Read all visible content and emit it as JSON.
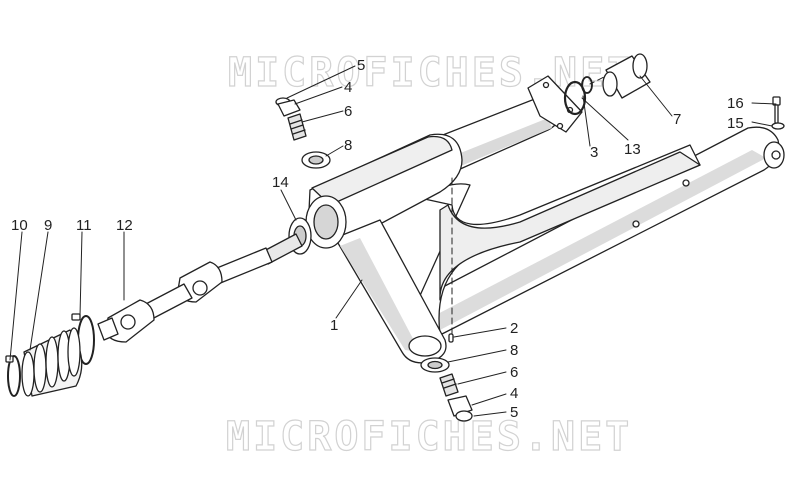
{
  "watermark": {
    "top": "MICROFICHES.NET",
    "bottom": "MICROFICHES.NET"
  },
  "colors": {
    "stroke": "#222222",
    "part_fill": "#ffffff",
    "shade": "#d9d9d9",
    "watermark": "#d2d2d2"
  },
  "parts": {
    "p1": "1",
    "p2": "2",
    "p3": "3",
    "p4_top": "4",
    "p4_bottom": "4",
    "p5_top": "5",
    "p5_bottom": "5",
    "p6_top": "6",
    "p6_bottom": "6",
    "p7": "7",
    "p8_top": "8",
    "p8_bottom": "8",
    "p9": "9",
    "p10": "10",
    "p11": "11",
    "p12": "12",
    "p13": "13",
    "p14": "14",
    "p15": "15",
    "p16": "16"
  }
}
